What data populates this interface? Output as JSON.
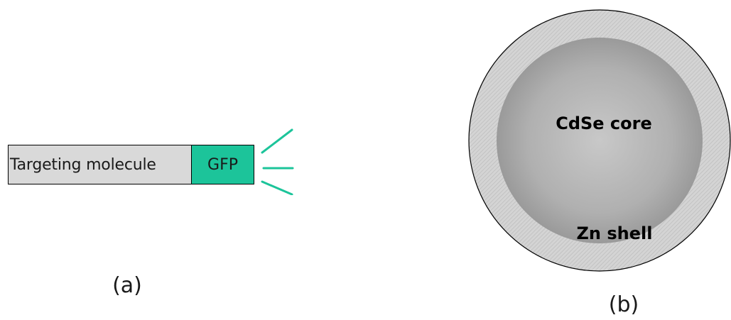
{
  "panel_a": {
    "molecule_label": "Targeting molecule",
    "fluorophore_label": "GFP",
    "caption": "(a)",
    "colors": {
      "molecule_fill": "#d9d9d9",
      "fluorophore_fill": "#1cc49a",
      "emission_rays": "#1cc49a"
    }
  },
  "panel_b": {
    "core_label": "CdSe core",
    "shell_label": "Zn shell",
    "caption": "(b)",
    "colors": {
      "shell": "#d0d0d0",
      "core_center": "#c8c8c8",
      "core_edge": "#9a9a9a",
      "outline": "#000000"
    }
  }
}
